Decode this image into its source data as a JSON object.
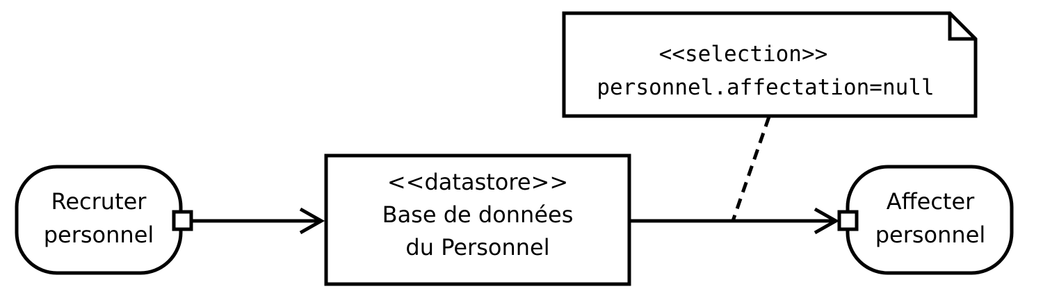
{
  "actions": {
    "recruter": {
      "line1": "Recruter",
      "line2": "personnel"
    },
    "affecter": {
      "line1": "Affecter",
      "line2": "personnel"
    }
  },
  "datastore": {
    "stereotype": "<<datastore>>",
    "line1": "Base de données",
    "line2": "du Personnel"
  },
  "note": {
    "stereotype": "<<selection>>",
    "condition": "personnel.affectation=null"
  },
  "colors": {
    "stroke": "#000000",
    "fill": "#ffffff"
  }
}
